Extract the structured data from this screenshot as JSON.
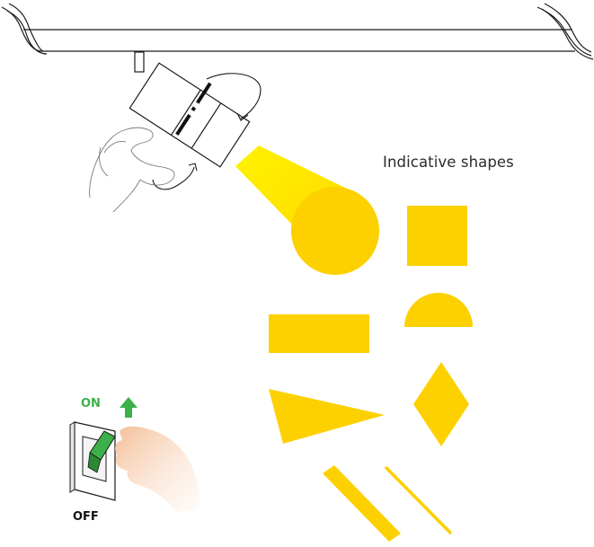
{
  "labels": {
    "indicative_shapes": "Indicative shapes",
    "switch_on": "ON",
    "switch_off": "OFF"
  },
  "colors": {
    "shape_fill": "#FDD000",
    "beam_fill": "#FFE600",
    "switch_green": "#3DB049",
    "outline": "#1a1a1a",
    "hand_skin": "#F6C8A6"
  },
  "icons": {
    "switch_direction": "up-arrow-icon"
  }
}
